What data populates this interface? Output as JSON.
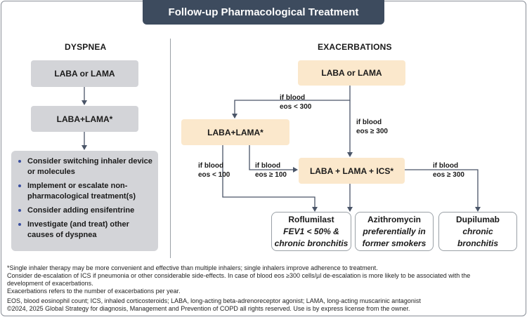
{
  "title": "Follow-up Pharmacological Treatment",
  "dyspnea": {
    "heading": "DYSPNEA",
    "box1": "LABA or LAMA",
    "box2": "LABA+LAMA*",
    "items": [
      "Consider switching inhaler device or molecules",
      "Implement or escalate non-pharmacological treatment(s)",
      "Consider adding ensifentrine",
      "Investigate (and treat) other causes of dyspnea"
    ]
  },
  "exacerbations": {
    "heading": "EXACERBATIONS",
    "top_box": "LABA or LAMA",
    "left_box": "LABA+LAMA*",
    "center_box": "LABA + LAMA + ICS*",
    "conditions": {
      "lt300_line1": "if blood",
      "lt300_line2": "eos < 300",
      "ge300a_line1": "if blood",
      "ge300a_line2": "eos ≥ 300",
      "lt100_line1": "if blood",
      "lt100_line2": "eos < 100",
      "ge100_line1": "if blood",
      "ge100_line2": "eos ≥ 100",
      "ge300b_line1": "if blood",
      "ge300b_line2": "eos ≥ 300"
    },
    "drugs": [
      {
        "name": "Roflumilast",
        "sub1": "FEV1 < 50% &",
        "sub2": "chronic bronchitis"
      },
      {
        "name": "Azithromycin",
        "sub1": "preferentially in",
        "sub2": "former smokers"
      },
      {
        "name": "Dupilumab",
        "sub1": "chronic",
        "sub2": "bronchitis"
      }
    ]
  },
  "footnotes": {
    "line1": "*Single inhaler therapy may be more convenient and effective than multiple inhalers; single inhalers improve adherence to treatment.",
    "line2": "Consider de-escalation of ICS if pneumonia or other considerable side-effects. In case of blood eos ≥300 cells/µl de-escalation is more likely to be associated with the",
    "line3": "development of exacerbations.",
    "line4": "Exacerbations refers to the number of exacerbations per year.",
    "line5": "EOS, blood eosinophil count; ICS, inhaled corticosteroids; LABA, long-acting beta-adrenoreceptor agonist; LAMA, long-acting muscarinic antagonist",
    "line6": "©2024, 2025 Global Strategy for diagnosis, Management and Prevention of COPD all rights reserved. Use is by express license from the owner."
  },
  "colors": {
    "title_bg": "#3d4b5e",
    "dyspnea_box": "#d3d4d8",
    "exacerbation_box": "#fbe8cc",
    "connector": "#4a5568",
    "bullet": "#3a4fa0"
  }
}
